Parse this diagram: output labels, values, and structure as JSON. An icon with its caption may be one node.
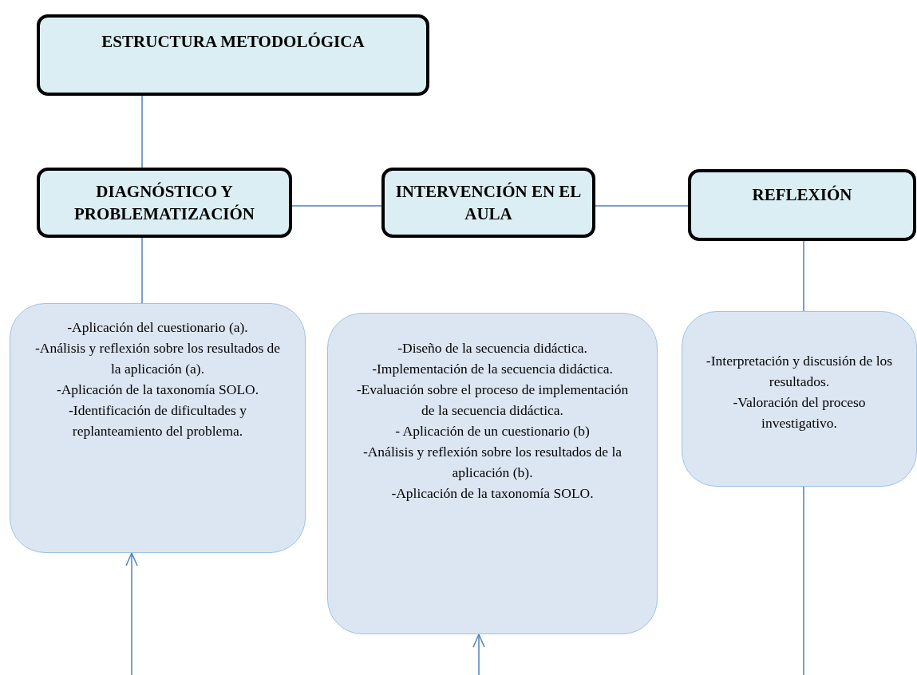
{
  "diagram": {
    "nodes": [
      {
        "text": [
          "ESTRUCTURA METODOLÓGICA"
        ]
      },
      {
        "text": [
          "DIAGNÓSTICO Y PROBLEMATIZACIÓN"
        ]
      },
      {
        "text": [
          "INTERVENCIÓN EN EL AULA"
        ]
      },
      {
        "text": [
          "REFLEXIÓN"
        ]
      },
      {
        "text": [
          "-Aplicación del cuestionario (a).",
          "-Análisis y reflexión sobre los resultados de la aplicación (a).",
          "-Aplicación de la taxonomía SOLO.",
          "-Identificación de dificultades y replanteamiento del problema."
        ]
      },
      {
        "text": [
          "-Diseño de la secuencia didáctica.",
          "-Implementación de la secuencia didáctica.",
          "-Evaluación sobre el proceso de implementación de la secuencia didáctica.",
          "- Aplicación de un cuestionario (b)",
          "-Análisis y reflexión sobre los resultados de la aplicación (b).",
          "-Aplicación de la taxonomía SOLO."
        ]
      },
      {
        "text": [
          "-Interpretación y discusión de los resultados.",
          "-Valoración del proceso investigativo."
        ]
      }
    ],
    "edges": [
      {
        "from": 0,
        "to": 1,
        "arrow": "none"
      },
      {
        "from": 1,
        "to": 2,
        "arrow": "none"
      },
      {
        "from": 2,
        "to": 3,
        "arrow": "none"
      },
      {
        "from": 1,
        "to": 4,
        "arrow": "none"
      },
      {
        "from": 3,
        "to": 6,
        "arrow": "none"
      },
      {
        "from": null,
        "to": 4,
        "arrow": "to"
      },
      {
        "from": null,
        "to": 5,
        "arrow": "to"
      },
      {
        "from": 6,
        "to": null,
        "arrow": "none"
      }
    ]
  }
}
